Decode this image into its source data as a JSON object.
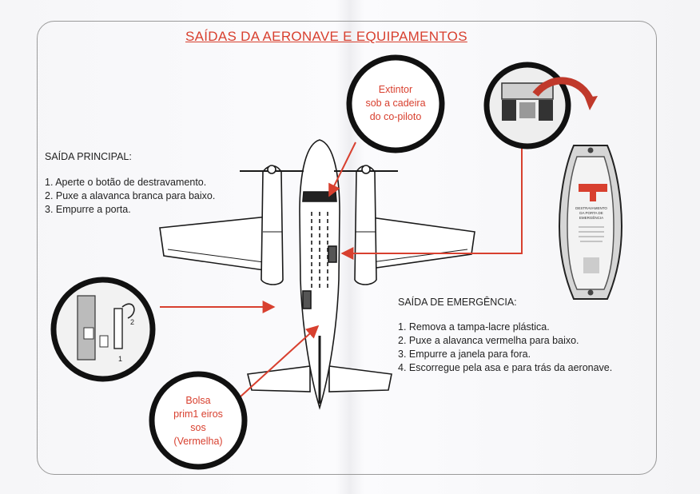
{
  "title": "SAÍDAS DA AERONAVE E EQUIPAMENTOS",
  "main_exit": {
    "heading": "SAÍDA PRINCIPAL:",
    "steps": [
      "1. Aperte o botão de destravamento.",
      "2. Puxe a alavanca branca para baixo.",
      "3. Empurre a porta."
    ]
  },
  "emergency_exit": {
    "heading": "SAÍDA DE EMERGÊNCIA:",
    "steps": [
      "1. Remova a tampa-lacre plástica.",
      "2. Puxe a alavanca vermelha para baixo.",
      "3. Empurre a janela para fora.",
      "4. Escorregue pela asa e para trás da aeronave."
    ]
  },
  "extinguisher_label": [
    "Extintor",
    "sob a cadeira",
    "do co-piloto"
  ],
  "first_aid_label": [
    "Bolsa",
    "prim1 eiros",
    "sos",
    "(Vermelha)"
  ],
  "placard_text": [
    "DESTRAVAMENTO",
    "DA PORTA DE",
    "EMERGÊNCIA"
  ],
  "handle_number": "2",
  "latch_number": "1",
  "colors": {
    "accent": "#d8402f",
    "line": "#1a1a1a"
  }
}
